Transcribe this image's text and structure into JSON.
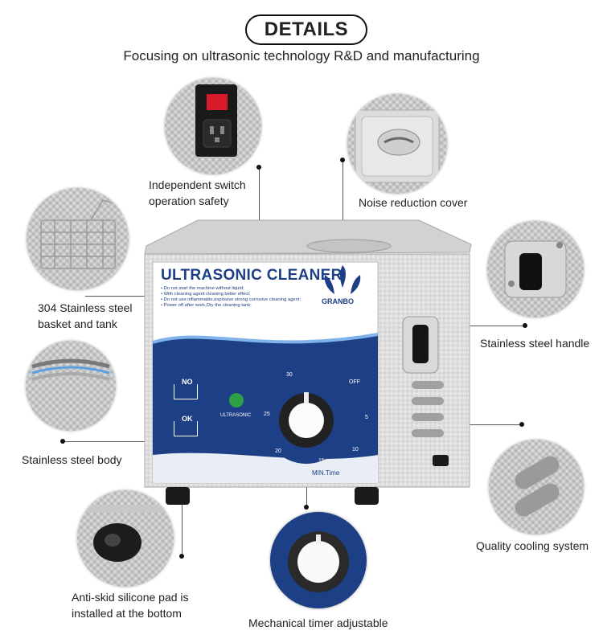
{
  "header": {
    "title": "DETAILS",
    "subtitle": "Focusing on ultrasonic technology R&D and manufacturing"
  },
  "features": {
    "switch": "Independent switch\noperation safety",
    "cover": "Noise reduction cover",
    "basket": "304 Stainless steel\nbasket and tank",
    "handle": "Stainless steel handle",
    "body": "Stainless steel body",
    "cooling": "Quality cooling system",
    "pad": "Anti-skid silicone pad is\ninstalled at the bottom",
    "timer": "Mechanical timer adjustable"
  },
  "device": {
    "brand_title": "ULTRASONIC CLEANER",
    "brand_logo": "GRANBO",
    "warnings": [
      "• Do not start the machine without liquid;",
      "• With cleaning agent cleaning better effect;",
      "• Do not use inflammable,explosive strong corrosive cleaning agent;",
      "• Power off after work,Dry the cleaning tank;"
    ],
    "level_no": "NO",
    "level_ok": "OK",
    "indicator_label": "ULTRASONIC",
    "timer_marks": [
      "30",
      "OFF",
      "5",
      "10",
      "15",
      "20",
      "25"
    ],
    "timer_unit": "MIN.Time"
  },
  "colors": {
    "panel_blue": "#1d3f86",
    "indicator_green": "#2ea043",
    "steel": "#c9c9c9"
  }
}
